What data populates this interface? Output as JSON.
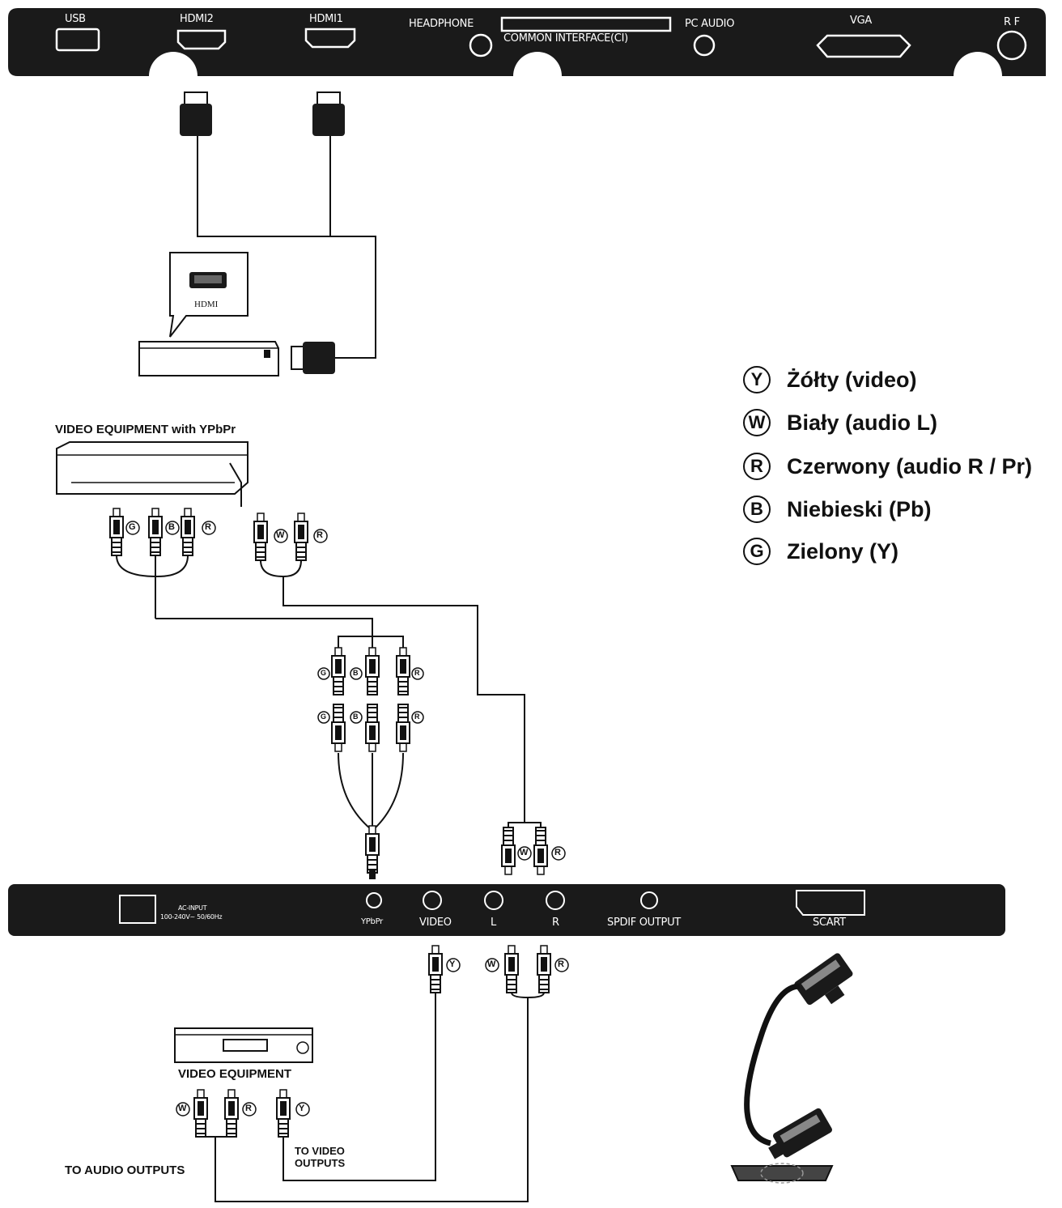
{
  "top_panel": {
    "usb": "USB",
    "hdmi2": "HDMI2",
    "hdmi1": "HDMI1",
    "headphone": "HEADPHONE",
    "ci": "COMMON INTERFACE(CI)",
    "pc_audio": "PC AUDIO",
    "vga": "VGA",
    "rf": "R F"
  },
  "hdmi_callout": "HDMI",
  "ypbpr_device_title": "VIDEO EQUIPMENT with YPbPr",
  "bottom_panel": {
    "ac_input": "AC-INPUT",
    "ac_spec": "100-240V~ 50/60Hz",
    "ypbpr": "YPbPr",
    "video": "VIDEO",
    "l": "L",
    "r": "R",
    "spdif": "SPDIF OUTPUT",
    "scart": "SCART"
  },
  "video_equipment_title": "VIDEO EQUIPMENT",
  "to_video_outputs": [
    "TO VIDEO",
    "OUTPUTS"
  ],
  "to_audio_outputs": "TO AUDIO OUTPUTS",
  "plug_marks": {
    "y": "Y",
    "w": "W",
    "r": "R",
    "b": "B",
    "g": "G"
  },
  "legend": [
    {
      "letter": "Y",
      "text": "Żółty (video)"
    },
    {
      "letter": "W",
      "text": "Biały (audio L)"
    },
    {
      "letter": "R",
      "text": "Czerwony (audio R / Pr)"
    },
    {
      "letter": "B",
      "text": "Niebieski (Pb)"
    },
    {
      "letter": "G",
      "text": "Zielony (Y)"
    }
  ]
}
